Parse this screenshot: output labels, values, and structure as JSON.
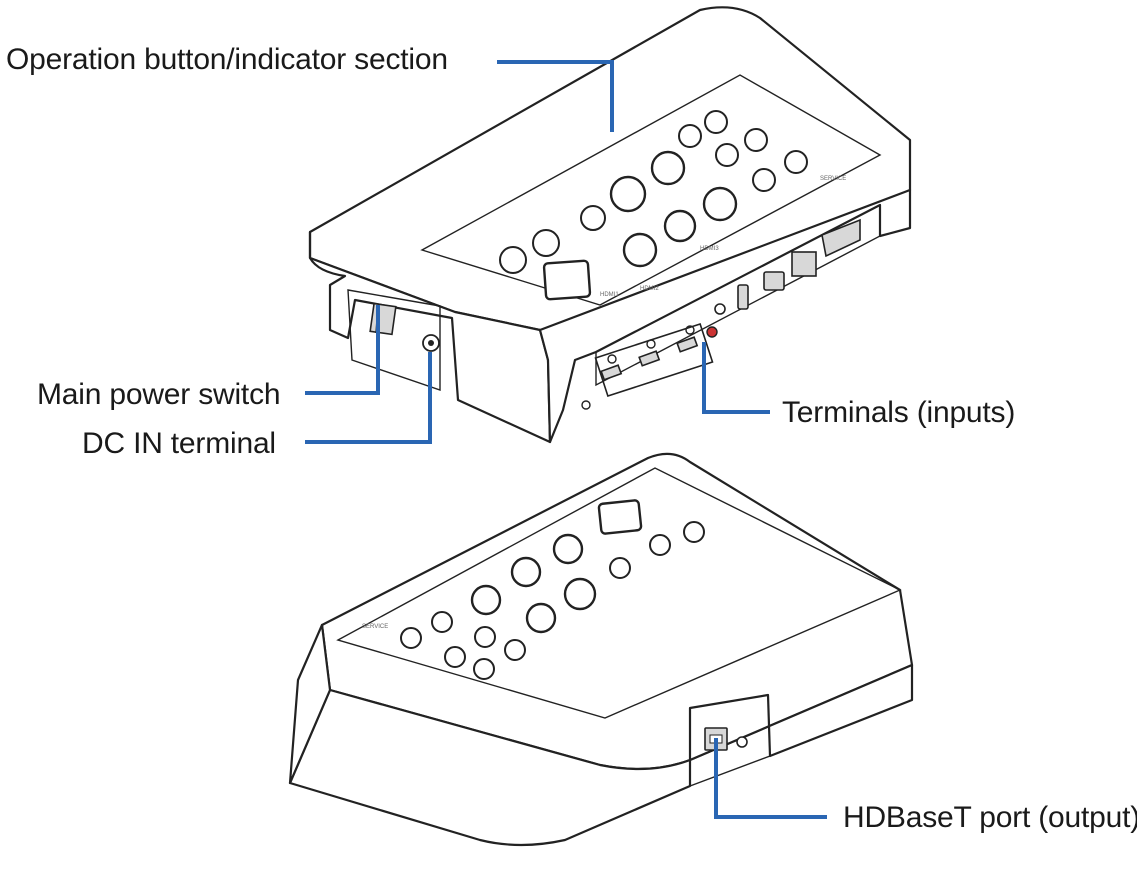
{
  "labels": {
    "operation": "Operation button/indicator section",
    "power_switch": "Main power switch",
    "dc_in": "DC IN terminal",
    "terminals": "Terminals (inputs)",
    "hdbaset": "HDBaseT port (output)"
  },
  "colors": {
    "leader": "#2a66b3",
    "outline": "#222222",
    "text": "#1a1a1a"
  }
}
